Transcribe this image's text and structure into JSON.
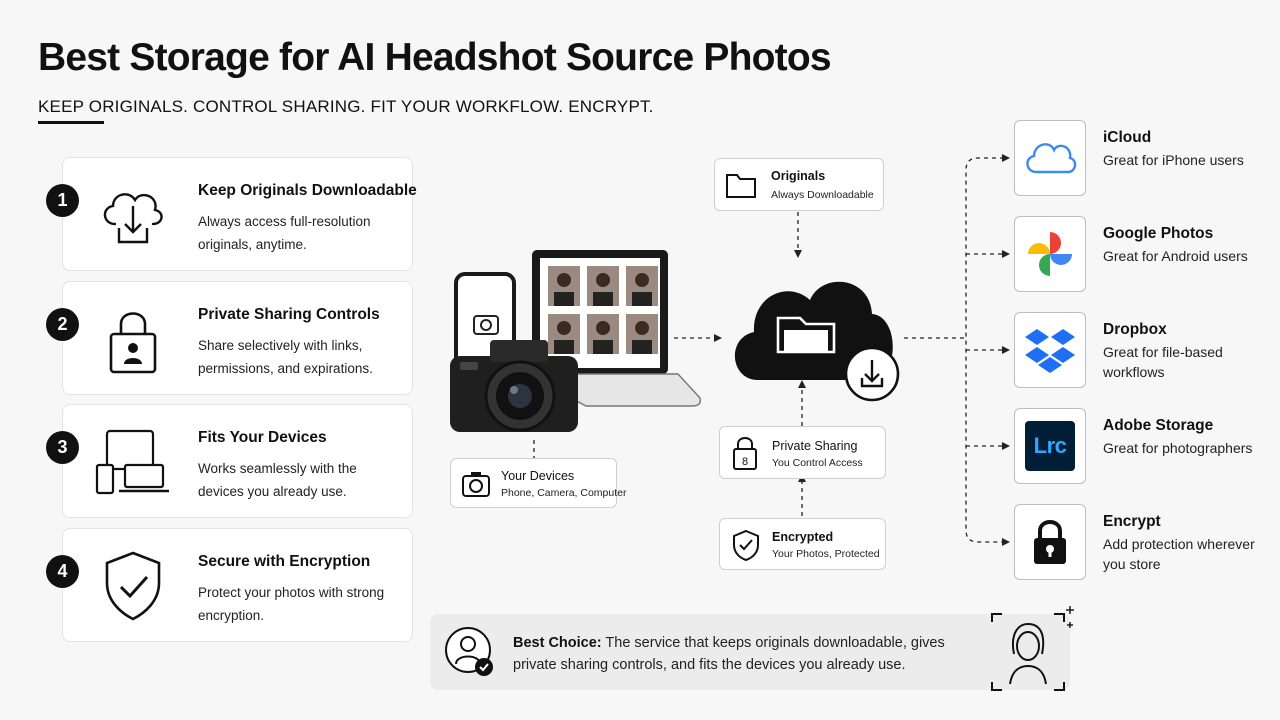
{
  "header": {
    "title": "Best Storage for AI Headshot Source Photos",
    "subtitle": "KEEP ORIGINALS. CONTROL SHARING. FIT YOUR WORKFLOW. ENCRYPT."
  },
  "features": [
    {
      "number": "1",
      "icon": "cloud-download-icon",
      "title": "Keep Originals Downloadable",
      "desc": "Always access full-resolution originals, anytime."
    },
    {
      "number": "2",
      "icon": "lock-person-icon",
      "title": "Private Sharing Controls",
      "desc": "Share selectively with links, permissions, and expirations."
    },
    {
      "number": "3",
      "icon": "devices-icon",
      "title": "Fits Your Devices",
      "desc": "Works seamlessly with the devices you already use."
    },
    {
      "number": "4",
      "icon": "shield-check-icon",
      "title": "Secure with Encryption",
      "desc": "Protect your photos with strong encryption."
    }
  ],
  "flow": {
    "devices": {
      "title": "Your Devices",
      "sub": "Phone, Camera, Computer"
    },
    "originals": {
      "title": "Originals",
      "sub": "Always Downloadable"
    },
    "sharing": {
      "title": "Private Sharing",
      "sub": "You Control Access"
    },
    "encrypted": {
      "title": "Encrypted",
      "sub": "Your Photos, Protected"
    },
    "lock_digit": "8"
  },
  "services": [
    {
      "name": "iCloud",
      "desc": "Great for iPhone users",
      "icon": "icloud-icon"
    },
    {
      "name": "Google Photos",
      "desc": "Great for Android users",
      "icon": "google-photos-icon"
    },
    {
      "name": "Dropbox",
      "desc": "Great for file-based workflows",
      "icon": "dropbox-icon"
    },
    {
      "name": "Adobe Storage",
      "desc": "Great for photographers",
      "icon": "lightroom-icon",
      "logo_text": "Lrc"
    },
    {
      "name": "Encrypt",
      "desc": "Add protection wherever you store",
      "icon": "padlock-icon"
    }
  ],
  "banner": {
    "lead": "Best Choice:",
    "text": " The service that keeps originals downloadable, gives private sharing controls, and fits the devices you already use."
  },
  "colors": {
    "background": "#f7f7f7",
    "ink": "#111111",
    "icloud_blue": "#3b8beb",
    "dropbox_blue": "#1f6ff5",
    "lightroom_bg": "#001e36",
    "lightroom_text": "#31a8ff"
  }
}
